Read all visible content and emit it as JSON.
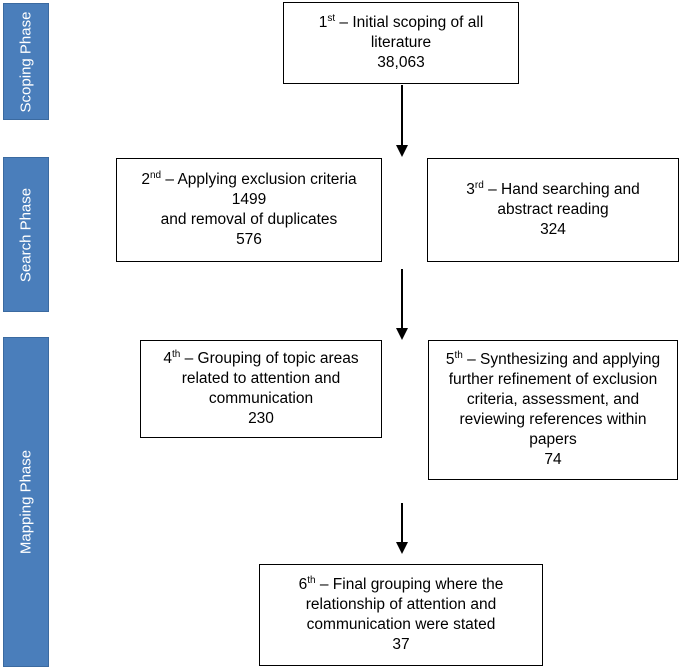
{
  "phases": {
    "scoping": "Scoping Phase",
    "search": "Search Phase",
    "mapping": "Mapping Phase"
  },
  "boxes": {
    "b1": {
      "ord": "1",
      "sup": "st",
      "lines": [
        "– Initial scoping of all",
        "literature",
        "38,063"
      ]
    },
    "b2": {
      "ord": "2",
      "sup": "nd",
      "lines": [
        "– Applying exclusion criteria",
        "1499",
        "and removal of duplicates",
        "576"
      ]
    },
    "b3": {
      "ord": "3",
      "sup": "rd",
      "lines": [
        "– Hand searching and",
        "abstract reading",
        "324"
      ]
    },
    "b4": {
      "ord": "4",
      "sup": "th",
      "lines": [
        "– Grouping of topic areas",
        "related to attention and",
        "communication",
        "230"
      ]
    },
    "b5": {
      "ord": "5",
      "sup": "th",
      "lines": [
        "– Synthesizing and applying",
        "further refinement of exclusion",
        "criteria, assessment, and",
        "reviewing references within",
        "papers",
        "74"
      ]
    },
    "b6": {
      "ord": "6",
      "sup": "th",
      "lines": [
        "– Final grouping where the",
        "relationship of attention and",
        "communication were stated",
        "37"
      ]
    }
  }
}
